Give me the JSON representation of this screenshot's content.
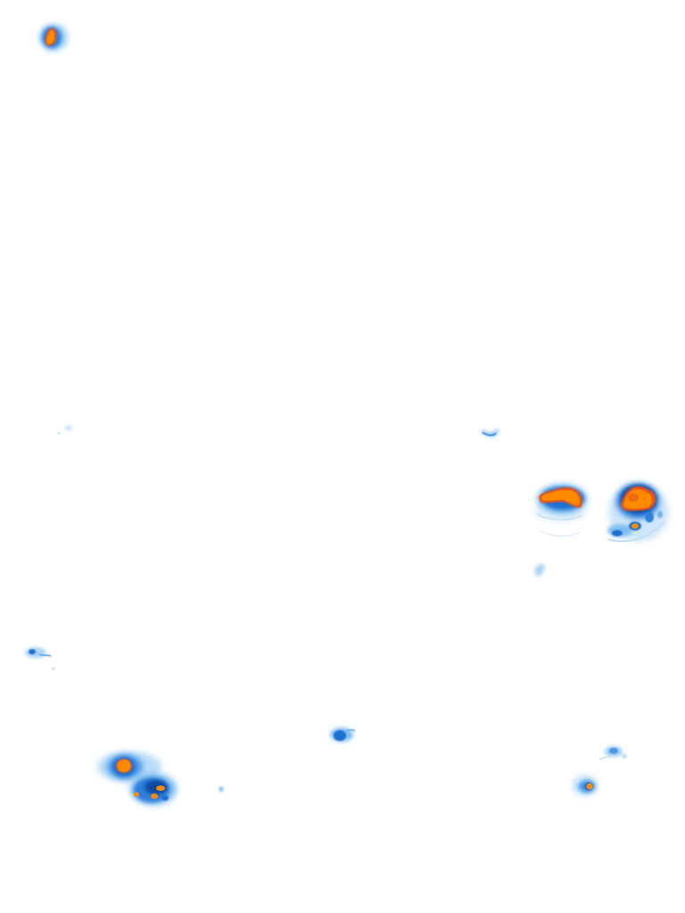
{
  "map": {
    "background_color": "#ffffff",
    "intensity_colors": {
      "light": "#d6ebfb",
      "moderate": "#7fbdf0",
      "heavy": "#1f6fd1",
      "very_heavy": "#0d47a1",
      "core": "#ff8a00",
      "core_edge": "#e8541c"
    },
    "cells": [
      {
        "id": "cell-top-left"
      },
      {
        "id": "cell-mid-left-small"
      },
      {
        "id": "cell-mid-center-right-streak"
      },
      {
        "id": "cell-right-west"
      },
      {
        "id": "cell-right-east"
      },
      {
        "id": "cell-right-lower-fragment"
      },
      {
        "id": "cell-left-edge"
      },
      {
        "id": "cell-center-lower"
      },
      {
        "id": "cell-bottom-left-pair"
      },
      {
        "id": "cell-bottom-left-dot"
      },
      {
        "id": "cell-bottom-right-pair"
      }
    ]
  }
}
